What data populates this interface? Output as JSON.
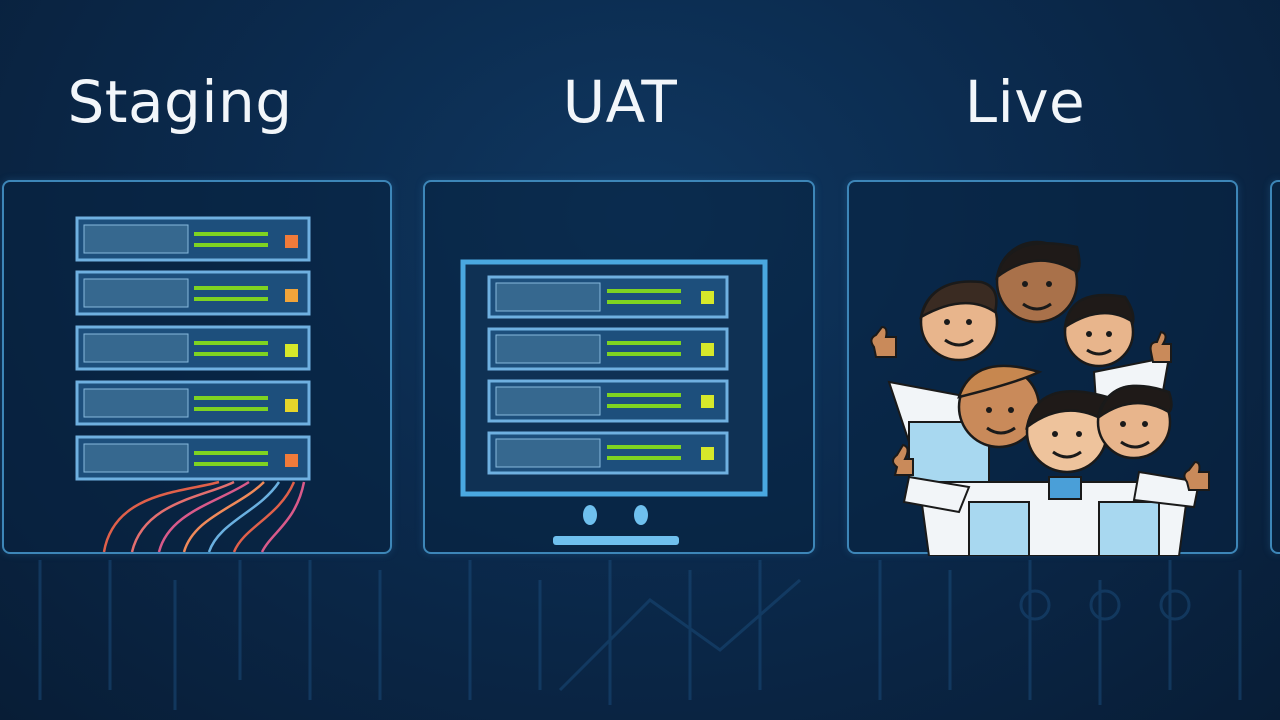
{
  "stages": [
    {
      "title": "Staging",
      "illustration": "server-rack-icon"
    },
    {
      "title": "UAT",
      "illustration": "monitor-servers-icon"
    },
    {
      "title": "Live",
      "illustration": "happy-users-icon"
    }
  ],
  "colors": {
    "background": "#0b2a4d",
    "panel_border": "#3d86b8",
    "server_unit": "#5d9fd0",
    "led_green": "#7ed321",
    "led_orange": "#f07b3a",
    "led_yellow": "#d6e82a"
  }
}
